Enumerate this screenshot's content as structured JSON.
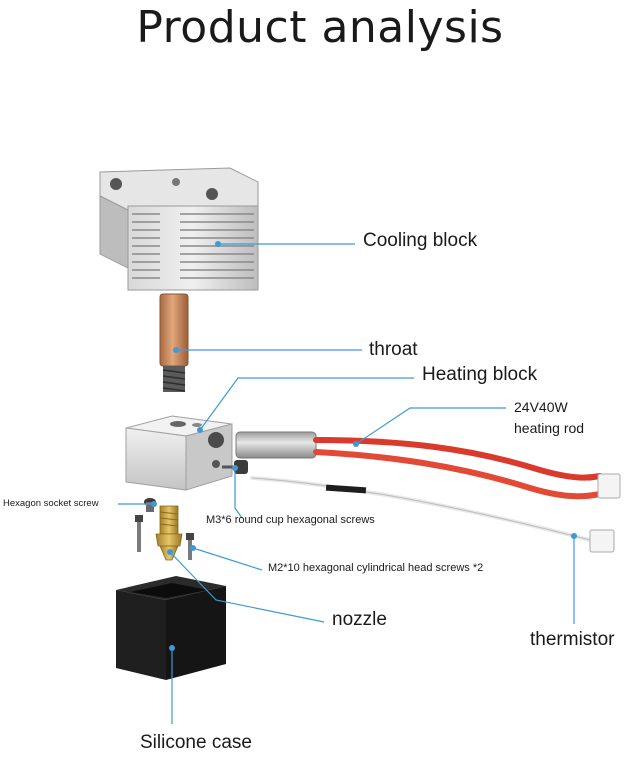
{
  "title": "Product analysis",
  "labels": {
    "cooling_block": "Cooling block",
    "throat": "throat",
    "heating_block": "Heating block",
    "heating_rod_line1": "24V40W",
    "heating_rod_line2": "heating rod",
    "hexagon_socket_screw": "Hexagon socket screw",
    "m3_screws": "M3*6 round cup hexagonal screws",
    "m2_screws": "M2*10 hexagonal cylindrical head screws *2",
    "nozzle": "nozzle",
    "thermistor": "thermistor",
    "silicone_case": "Silicone case"
  },
  "colors": {
    "callout": "#3d9ad6",
    "heatsink": "#c9c9c9",
    "copper": "#c8875a",
    "wire_red": "#d93a2b",
    "silicone": "#222222",
    "brass": "#c9a23a"
  }
}
